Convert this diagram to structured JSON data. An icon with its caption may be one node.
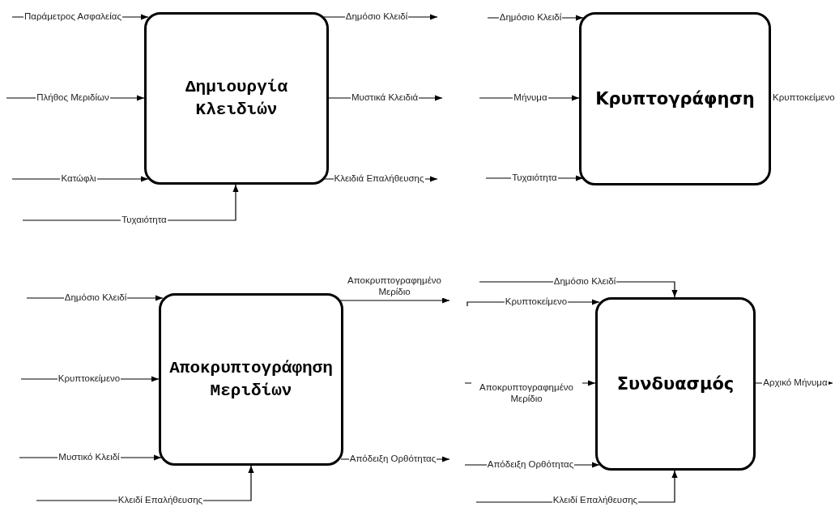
{
  "diagram": {
    "nodes": [
      {
        "text": [
          "Δημιουργία Κλειδιών"
        ]
      },
      {
        "text": [
          "Κρυπτογράφηση"
        ],
        "beside": [
          "Κρυπτοκείμενο"
        ]
      },
      {
        "text": [
          "Αποκρυπτογράφηση Μεριδίων"
        ]
      },
      {
        "text": [
          "Συνδυασμός"
        ]
      }
    ],
    "edges": [
      {
        "from": null,
        "to": 0,
        "arrow": "to",
        "label": "Παράμετρος Ασφαλείας"
      },
      {
        "from": null,
        "to": 0,
        "arrow": "to",
        "label": "Πλήθος Μεριδίων"
      },
      {
        "from": null,
        "to": 0,
        "arrow": "to",
        "label": "Κατώφλι"
      },
      {
        "from": null,
        "to": 0,
        "arrow": "to",
        "label": "Τυχαιότητα"
      },
      {
        "from": 0,
        "to": null,
        "arrow": "to",
        "label": "Δημόσιο Κλειδί"
      },
      {
        "from": 0,
        "to": null,
        "arrow": "to",
        "label": "Μυστικά Κλειδιά"
      },
      {
        "from": 0,
        "to": null,
        "arrow": "to",
        "label": "Κλειδιά Επαλήθευσης"
      },
      {
        "from": null,
        "to": 1,
        "arrow": "to",
        "label": "Δημόσιο Κλειδί"
      },
      {
        "from": null,
        "to": 1,
        "arrow": "to",
        "label": "Μήνυμα"
      },
      {
        "from": null,
        "to": 1,
        "arrow": "to",
        "label": "Τυχαιότητα"
      },
      {
        "from": null,
        "to": 2,
        "arrow": "to",
        "label": "Δημόσιο Κλειδί"
      },
      {
        "from": null,
        "to": 2,
        "arrow": "to",
        "label": "Κρυπτοκείμενο"
      },
      {
        "from": null,
        "to": 2,
        "arrow": "to",
        "label": "Μυστικό Κλειδί"
      },
      {
        "from": null,
        "to": 2,
        "arrow": "to",
        "label": "Κλειδί Επαλήθευσης"
      },
      {
        "from": 2,
        "to": null,
        "arrow": "to",
        "label": "Αποκρυπτογραφημένο Μερίδιο"
      },
      {
        "from": 2,
        "to": null,
        "arrow": "to",
        "label": "Απόδειξη Ορθότητας"
      },
      {
        "from": null,
        "to": 3,
        "arrow": "to",
        "label": "Δημόσιο Κλειδί"
      },
      {
        "from": null,
        "to": 3,
        "arrow": "to",
        "label": "Κρυπτοκείμενο"
      },
      {
        "from": null,
        "to": 3,
        "arrow": "to",
        "label": "Αποκρυπτογραφημένο Μερίδιο"
      },
      {
        "from": null,
        "to": 3,
        "arrow": "to",
        "label": "Απόδειξη Ορθότητας"
      },
      {
        "from": null,
        "to": 3,
        "arrow": "to",
        "label": "Κλειδί Επαλήθευσης"
      },
      {
        "from": 3,
        "to": null,
        "arrow": "to",
        "label": "Αρχικό Μήνυμα"
      }
    ]
  }
}
